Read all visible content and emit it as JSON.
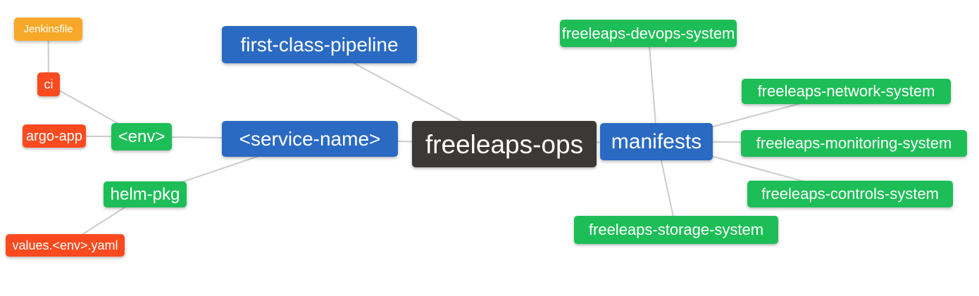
{
  "diagram": {
    "type": "mindmap",
    "root_label": "freeleaps-ops",
    "nodes": {
      "root": {
        "label": "freeleaps-ops",
        "level": "root",
        "color": "#3b3835"
      },
      "first_class_pipeline": {
        "label": "first-class-pipeline",
        "level": "branch",
        "color": "#2a6ac3"
      },
      "service_name": {
        "label": "<service-name>",
        "level": "branch",
        "color": "#2a6ac3"
      },
      "manifests": {
        "label": "manifests",
        "level": "branch",
        "color": "#2a6ac3"
      },
      "env": {
        "label": "<env>",
        "level": "sub",
        "color": "#1dbe57"
      },
      "helm_pkg": {
        "label": "helm-pkg",
        "level": "sub",
        "color": "#1dbe57"
      },
      "ci": {
        "label": "ci",
        "level": "leaf",
        "color": "#fb4a1f"
      },
      "argo_app": {
        "label": "argo-app",
        "level": "leaf",
        "color": "#fb4a1f"
      },
      "jenkinsfile": {
        "label": "Jenkinsfile",
        "level": "leaf",
        "color": "#f8a828"
      },
      "values_env_yaml": {
        "label": "values.<env>.yaml",
        "level": "leaf",
        "color": "#fb4a1f"
      },
      "devops_system": {
        "label": "freeleaps-devops-system",
        "level": "sub",
        "color": "#1dbe57"
      },
      "network_system": {
        "label": "freeleaps-network-system",
        "level": "sub",
        "color": "#1dbe57"
      },
      "monitoring_system": {
        "label": "freeleaps-monitoring-system",
        "level": "sub",
        "color": "#1dbe57"
      },
      "controls_system": {
        "label": "freeleaps-controls-system",
        "level": "sub",
        "color": "#1dbe57"
      },
      "storage_system": {
        "label": "freeleaps-storage-system",
        "level": "sub",
        "color": "#1dbe57"
      }
    },
    "edges": [
      [
        "jenkinsfile",
        "ci"
      ],
      [
        "ci",
        "env"
      ],
      [
        "argo_app",
        "env"
      ],
      [
        "env",
        "service_name"
      ],
      [
        "helm_pkg",
        "service_name"
      ],
      [
        "values_env_yaml",
        "helm_pkg"
      ],
      [
        "service_name",
        "root"
      ],
      [
        "first_class_pipeline",
        "root"
      ],
      [
        "root",
        "manifests"
      ],
      [
        "manifests",
        "devops_system"
      ],
      [
        "manifests",
        "network_system"
      ],
      [
        "manifests",
        "monitoring_system"
      ],
      [
        "manifests",
        "controls_system"
      ],
      [
        "manifests",
        "storage_system"
      ]
    ],
    "colors": {
      "edge": "#cccccc",
      "text": "#ffffff",
      "root_bg": "#3b3835",
      "branch_bg": "#2a6ac3",
      "green_bg": "#1dbe57",
      "red_bg": "#fb4a1f",
      "orange_bg": "#f8a828",
      "background": "#ffffff"
    }
  }
}
